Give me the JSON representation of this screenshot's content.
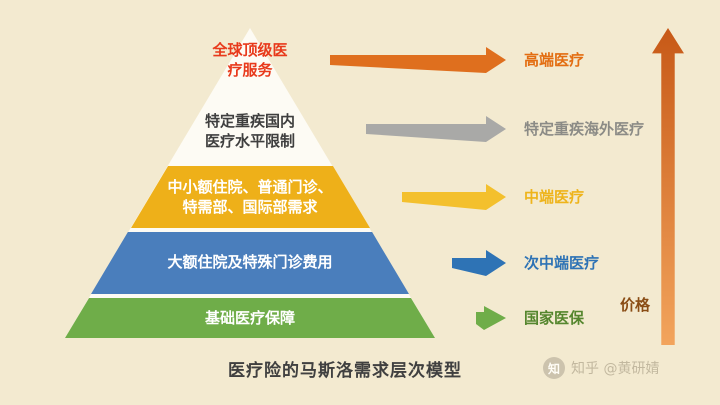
{
  "canvas": {
    "bg": "#f3ead0"
  },
  "pyramid": {
    "bg_color": "#fdfbf4",
    "tiers": [
      {
        "line1": "全球顶级医",
        "line2": "疗服务",
        "color": "#e8391b",
        "bg": "#fdfbf4"
      },
      {
        "line1": "特定重疾国内",
        "line2": "医疗水平限制",
        "color": "#3f3f3f",
        "bg": "#fdfbf4"
      },
      {
        "line1": "中小额住院、普通门诊、",
        "line2": "特需部、国际部需求",
        "color": "#ffffff",
        "bg": "#eeb019"
      },
      {
        "line1": "大额住院及特殊门诊费用",
        "line2": "",
        "color": "#ffffff",
        "bg": "#4a7ebc"
      },
      {
        "line1": "基础医疗保障",
        "line2": "",
        "color": "#ffffff",
        "bg": "#6fad49"
      }
    ]
  },
  "legend": [
    {
      "label": "高端医疗",
      "arrow_color": "#df6f1e",
      "text_color": "#e36d11"
    },
    {
      "label": "特定重疾海外医疗",
      "arrow_color": "#a9a9a7",
      "text_color": "#8b8b86"
    },
    {
      "label": "中端医疗",
      "arrow_color": "#f3c02d",
      "text_color": "#eeb41b"
    },
    {
      "label": "次中端医疗",
      "arrow_color": "#2e73b5",
      "text_color": "#2e73b5"
    },
    {
      "label": "国家医保",
      "arrow_color": "#6fad49",
      "text_color": "#55862e"
    }
  ],
  "price_axis": {
    "label": "价格",
    "text_color": "#8a4d15",
    "gradient_top": "#c75917",
    "gradient_bottom": "#f2a45c"
  },
  "caption": "医疗险的马斯洛需求层次模型",
  "watermark": {
    "icon": "知",
    "text": "知乎 @黄研婧"
  }
}
